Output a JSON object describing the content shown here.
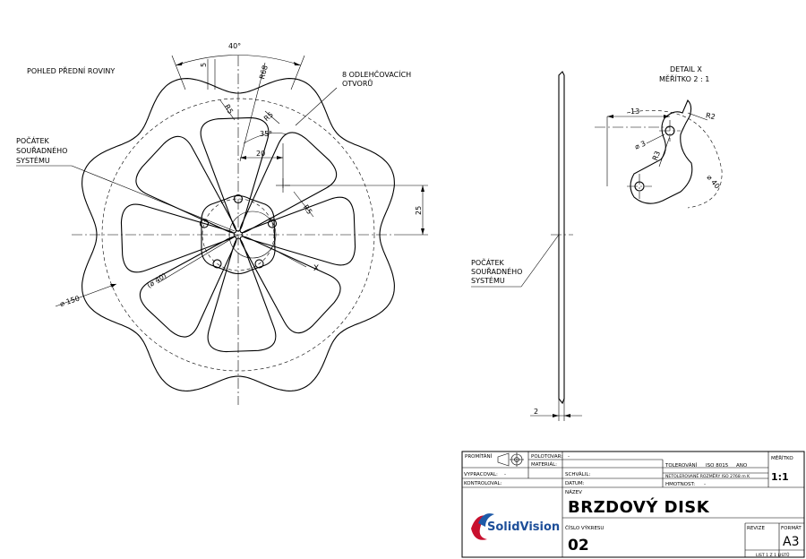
{
  "views": {
    "front_view_label": "POHLED PŘEDNÍ ROVINY",
    "holes_note_line1": "8 ODLEHČOVACÍCH",
    "holes_note_line2": "OTVORŮ",
    "origin_note_line1": "POČÁTEK",
    "origin_note_line2": "SOUŘADNÉHO",
    "origin_note_line3": "SYSTÉMU",
    "detail_ref": "X"
  },
  "dimensions": {
    "angle_40": "40°",
    "dim_5": "5",
    "r68": "R68",
    "r5_top": "R5",
    "r5_mid": "R5",
    "angle_35": "35°",
    "dim_20": "20",
    "r5_low": "R5",
    "dim_25": "25",
    "dia_40": "(⌀ 40)",
    "dia_150": "⌀ 150",
    "thickness_2": "2"
  },
  "detail": {
    "title_line1": "DETAIL X",
    "title_line2": "MĚŘÍTKO 2 : 1",
    "dim_13": "13",
    "r2": "R2",
    "dia_3": "⌀ 3",
    "r3": "R3",
    "dia_40": "⌀ 40"
  },
  "title_block": {
    "promitani_label": "PROMÍTÁNÍ",
    "polotovar_label": "POLOTOVAR:",
    "polotovar_value": "-",
    "material_label": "MATERIÁL:",
    "meritko_label": "MĚŘÍTKO",
    "meritko_value": "1:1",
    "tolerovani_label": "TOLEROVÁNÍ",
    "tolerovani_std": "ISO 8015",
    "tolerovani_value": "ANO",
    "netolerovane": "NETOLEROVANÉ ROZMĚRY ISO 2768 m K",
    "vypracoval_label": "VYPRACOVAL:",
    "vypracoval_value": "-",
    "schvalil_label": "SCHVÁLIL:",
    "hmotnost_label": "HMOTNOST:",
    "hmotnost_value": "-",
    "kontroloval_label": "KONTROLOVAL:",
    "datum_label": "DATUM:",
    "nazev_label": "NÁZEV",
    "nazev_value": "BRZDOVÝ DISK",
    "logo_text": "SolidVision",
    "cislo_label": "ČÍSLO VÝKRESU",
    "cislo_value": "02",
    "revize_label": "REVIZE",
    "format_label": "FORMÁT",
    "format_value": "A3",
    "list_label": "LIST 1 Z 1 LISTŮ"
  }
}
